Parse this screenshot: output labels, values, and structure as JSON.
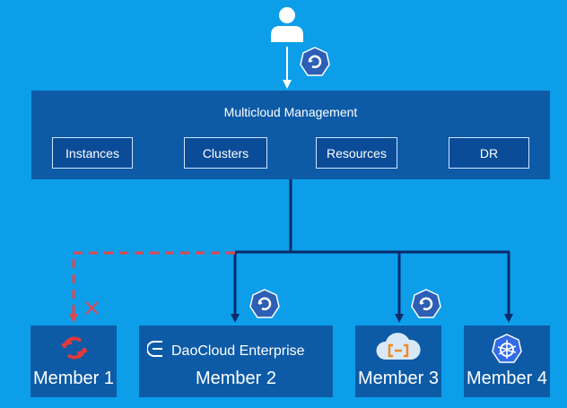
{
  "management": {
    "title": "Multicloud Management",
    "buttons": [
      "Instances",
      "Clusters",
      "Resources",
      "DR"
    ]
  },
  "members": [
    {
      "label": "Member 1",
      "icon": "openshift-icon"
    },
    {
      "label": "Member 2",
      "icon": "daocloud-icon",
      "brand": "DaoCloud Enterprise"
    },
    {
      "label": "Member 3",
      "icon": "aliyun-icon"
    },
    {
      "label": "Member 4",
      "icon": "kubernetes-icon"
    }
  ],
  "colors": {
    "background": "#0c9ee9",
    "panel": "#0d5ba7",
    "connector": "#0b2a6b",
    "failover": "#e0474e",
    "badge": "#2c5fb5"
  }
}
